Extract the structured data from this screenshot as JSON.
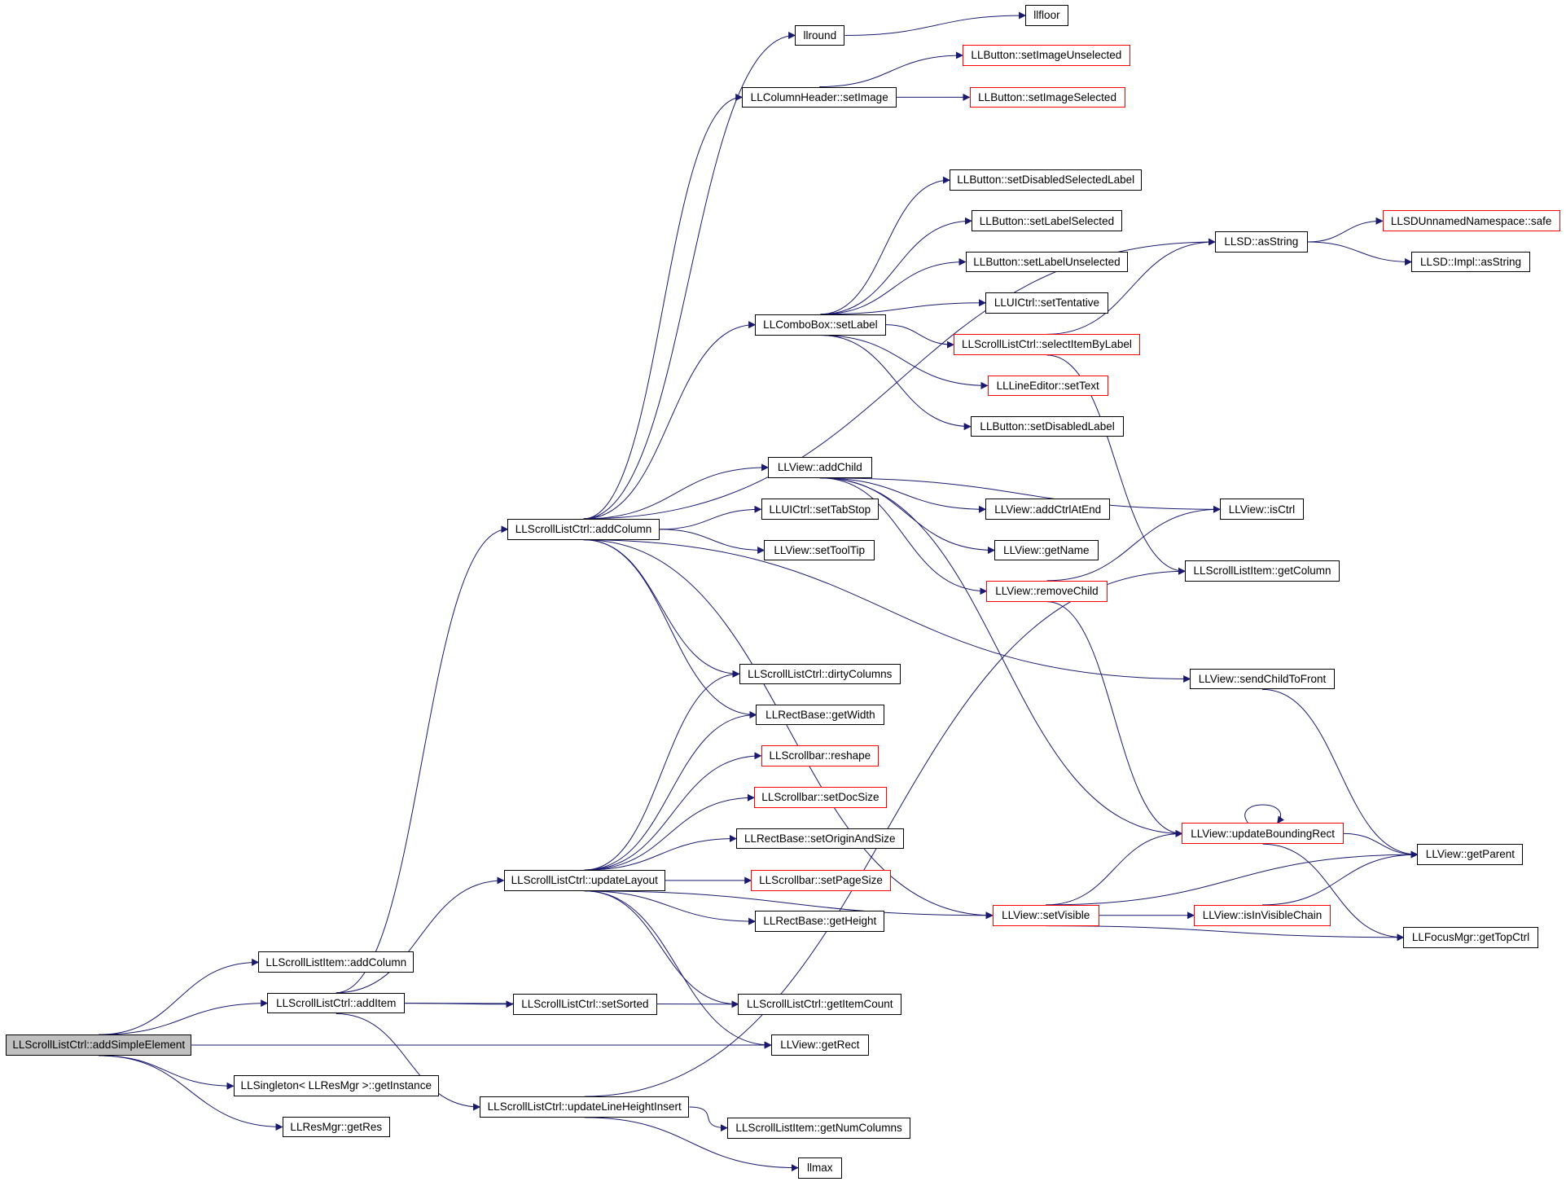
{
  "colors": {
    "edge": "#191970",
    "normal_border": "#000000",
    "external_border": "#ff0000",
    "root_fill": "#bfbfbf"
  },
  "nodes": [
    {
      "id": "addSimpleElement",
      "label": "LLScrollListCtrl::addSimpleElement",
      "style": "root"
    },
    {
      "id": "item_addColumn",
      "label": "LLScrollListItem::addColumn",
      "style": "normal"
    },
    {
      "id": "addItem",
      "label": "LLScrollListCtrl::addItem",
      "style": "normal"
    },
    {
      "id": "getInstance",
      "label": "LLSingleton< LLResMgr >::getInstance",
      "style": "normal"
    },
    {
      "id": "getRes",
      "label": "LLResMgr::getRes",
      "style": "normal"
    },
    {
      "id": "addColumn",
      "label": "LLScrollListCtrl::addColumn",
      "style": "normal"
    },
    {
      "id": "updateLayout",
      "label": "LLScrollListCtrl::updateLayout",
      "style": "normal"
    },
    {
      "id": "updateLineHeightInsert",
      "label": "LLScrollListCtrl::updateLineHeightInsert",
      "style": "normal"
    },
    {
      "id": "setSorted",
      "label": "LLScrollListCtrl::setSorted",
      "style": "normal"
    },
    {
      "id": "llround",
      "label": "llround",
      "style": "normal"
    },
    {
      "id": "llfloor",
      "label": "llfloor",
      "style": "normal"
    },
    {
      "id": "colHeaderSetImage",
      "label": "LLColumnHeader::setImage",
      "style": "normal"
    },
    {
      "id": "setImageUnselected",
      "label": "LLButton::setImageUnselected",
      "style": "red"
    },
    {
      "id": "setImageSelected",
      "label": "LLButton::setImageSelected",
      "style": "red"
    },
    {
      "id": "setDisabledSelectedLabel",
      "label": "LLButton::setDisabledSelectedLabel",
      "style": "normal"
    },
    {
      "id": "setLabelSelected",
      "label": "LLButton::setLabelSelected",
      "style": "normal"
    },
    {
      "id": "setLabelUnselected",
      "label": "LLButton::setLabelUnselected",
      "style": "normal"
    },
    {
      "id": "setTentative",
      "label": "LLUICtrl::setTentative",
      "style": "normal"
    },
    {
      "id": "comboSetLabel",
      "label": "LLComboBox::setLabel",
      "style": "normal"
    },
    {
      "id": "selectItemByLabel",
      "label": "LLScrollListCtrl::selectItemByLabel",
      "style": "red"
    },
    {
      "id": "lineEditorSetText",
      "label": "LLLineEditor::setText",
      "style": "red"
    },
    {
      "id": "setDisabledLabel",
      "label": "LLButton::setDisabledLabel",
      "style": "normal"
    },
    {
      "id": "asString",
      "label": "LLSD::asString",
      "style": "normal"
    },
    {
      "id": "safe",
      "label": "LLSDUnnamedNamespace::safe",
      "style": "red"
    },
    {
      "id": "implAsString",
      "label": "LLSD::Impl::asString",
      "style": "normal"
    },
    {
      "id": "addChild",
      "label": "LLView::addChild",
      "style": "normal"
    },
    {
      "id": "setTabStop",
      "label": "LLUICtrl::setTabStop",
      "style": "normal"
    },
    {
      "id": "setToolTip",
      "label": "LLView::setToolTip",
      "style": "normal"
    },
    {
      "id": "addCtrlAtEnd",
      "label": "LLView::addCtrlAtEnd",
      "style": "normal"
    },
    {
      "id": "getName",
      "label": "LLView::getName",
      "style": "normal"
    },
    {
      "id": "removeChild",
      "label": "LLView::removeChild",
      "style": "red"
    },
    {
      "id": "isCtrl",
      "label": "LLView::isCtrl",
      "style": "normal"
    },
    {
      "id": "item_getColumn",
      "label": "LLScrollListItem::getColumn",
      "style": "normal"
    },
    {
      "id": "sendChildToFront",
      "label": "LLView::sendChildToFront",
      "style": "normal"
    },
    {
      "id": "dirtyColumns",
      "label": "LLScrollListCtrl::dirtyColumns",
      "style": "normal"
    },
    {
      "id": "getWidth",
      "label": "LLRectBase::getWidth",
      "style": "normal"
    },
    {
      "id": "reshape",
      "label": "LLScrollbar::reshape",
      "style": "red"
    },
    {
      "id": "setDocSize",
      "label": "LLScrollbar::setDocSize",
      "style": "red"
    },
    {
      "id": "setOriginAndSize",
      "label": "LLRectBase::setOriginAndSize",
      "style": "normal"
    },
    {
      "id": "setPageSize",
      "label": "LLScrollbar::setPageSize",
      "style": "red"
    },
    {
      "id": "getHeight",
      "label": "LLRectBase::getHeight",
      "style": "normal"
    },
    {
      "id": "getItemCount",
      "label": "LLScrollListCtrl::getItemCount",
      "style": "normal"
    },
    {
      "id": "getRect",
      "label": "LLView::getRect",
      "style": "normal"
    },
    {
      "id": "getNumColumns",
      "label": "LLScrollListItem::getNumColumns",
      "style": "normal"
    },
    {
      "id": "llmax",
      "label": "llmax",
      "style": "normal"
    },
    {
      "id": "setVisible",
      "label": "LLView::setVisible",
      "style": "red"
    },
    {
      "id": "updateBoundingRect",
      "label": "LLView::updateBoundingRect",
      "style": "red"
    },
    {
      "id": "isInVisibleChain",
      "label": "LLView::isInVisibleChain",
      "style": "red"
    },
    {
      "id": "getParent",
      "label": "LLView::getParent",
      "style": "normal"
    },
    {
      "id": "getTopCtrl",
      "label": "LLFocusMgr::getTopCtrl",
      "style": "normal"
    }
  ],
  "edges": [
    [
      "addSimpleElement",
      "item_addColumn"
    ],
    [
      "addSimpleElement",
      "addItem"
    ],
    [
      "addSimpleElement",
      "getRect"
    ],
    [
      "addSimpleElement",
      "getInstance"
    ],
    [
      "addSimpleElement",
      "getRes"
    ],
    [
      "addItem",
      "addColumn"
    ],
    [
      "addItem",
      "getItemCount"
    ],
    [
      "addItem",
      "setSorted"
    ],
    [
      "addItem",
      "updateLayout"
    ],
    [
      "addItem",
      "updateLineHeightInsert"
    ],
    [
      "addColumn",
      "llround"
    ],
    [
      "addColumn",
      "colHeaderSetImage"
    ],
    [
      "addColumn",
      "asString"
    ],
    [
      "addColumn",
      "comboSetLabel"
    ],
    [
      "addColumn",
      "addChild"
    ],
    [
      "addColumn",
      "setTabStop"
    ],
    [
      "addColumn",
      "setToolTip"
    ],
    [
      "addColumn",
      "dirtyColumns"
    ],
    [
      "addColumn",
      "getWidth"
    ],
    [
      "addColumn",
      "sendChildToFront"
    ],
    [
      "addColumn",
      "setVisible"
    ],
    [
      "llround",
      "llfloor"
    ],
    [
      "colHeaderSetImage",
      "setImageUnselected"
    ],
    [
      "colHeaderSetImage",
      "setImageSelected"
    ],
    [
      "comboSetLabel",
      "setDisabledSelectedLabel"
    ],
    [
      "comboSetLabel",
      "setLabelSelected"
    ],
    [
      "comboSetLabel",
      "setLabelUnselected"
    ],
    [
      "comboSetLabel",
      "setTentative"
    ],
    [
      "comboSetLabel",
      "selectItemByLabel"
    ],
    [
      "comboSetLabel",
      "lineEditorSetText"
    ],
    [
      "comboSetLabel",
      "setDisabledLabel"
    ],
    [
      "selectItemByLabel",
      "asString"
    ],
    [
      "selectItemByLabel",
      "item_getColumn"
    ],
    [
      "asString",
      "safe"
    ],
    [
      "asString",
      "implAsString"
    ],
    [
      "addChild",
      "isCtrl"
    ],
    [
      "addChild",
      "addCtrlAtEnd"
    ],
    [
      "addChild",
      "getName"
    ],
    [
      "addChild",
      "removeChild"
    ],
    [
      "addChild",
      "updateBoundingRect"
    ],
    [
      "removeChild",
      "isCtrl"
    ],
    [
      "removeChild",
      "updateBoundingRect"
    ],
    [
      "sendChildToFront",
      "getParent"
    ],
    [
      "updateLayout",
      "dirtyColumns"
    ],
    [
      "updateLayout",
      "getWidth"
    ],
    [
      "updateLayout",
      "reshape"
    ],
    [
      "updateLayout",
      "setDocSize"
    ],
    [
      "updateLayout",
      "setOriginAndSize"
    ],
    [
      "updateLayout",
      "setPageSize"
    ],
    [
      "updateLayout",
      "getHeight"
    ],
    [
      "updateLayout",
      "setVisible"
    ],
    [
      "updateLayout",
      "getItemCount"
    ],
    [
      "updateLayout",
      "getRect"
    ],
    [
      "updateLineHeightInsert",
      "item_getColumn"
    ],
    [
      "updateLineHeightInsert",
      "getNumColumns"
    ],
    [
      "updateLineHeightInsert",
      "llmax"
    ],
    [
      "setVisible",
      "updateBoundingRect"
    ],
    [
      "setVisible",
      "getParent"
    ],
    [
      "setVisible",
      "isInVisibleChain"
    ],
    [
      "setVisible",
      "getTopCtrl"
    ],
    [
      "updateBoundingRect",
      "updateBoundingRect"
    ],
    [
      "updateBoundingRect",
      "getParent"
    ],
    [
      "updateBoundingRect",
      "getTopCtrl"
    ],
    [
      "isInVisibleChain",
      "getParent"
    ]
  ]
}
